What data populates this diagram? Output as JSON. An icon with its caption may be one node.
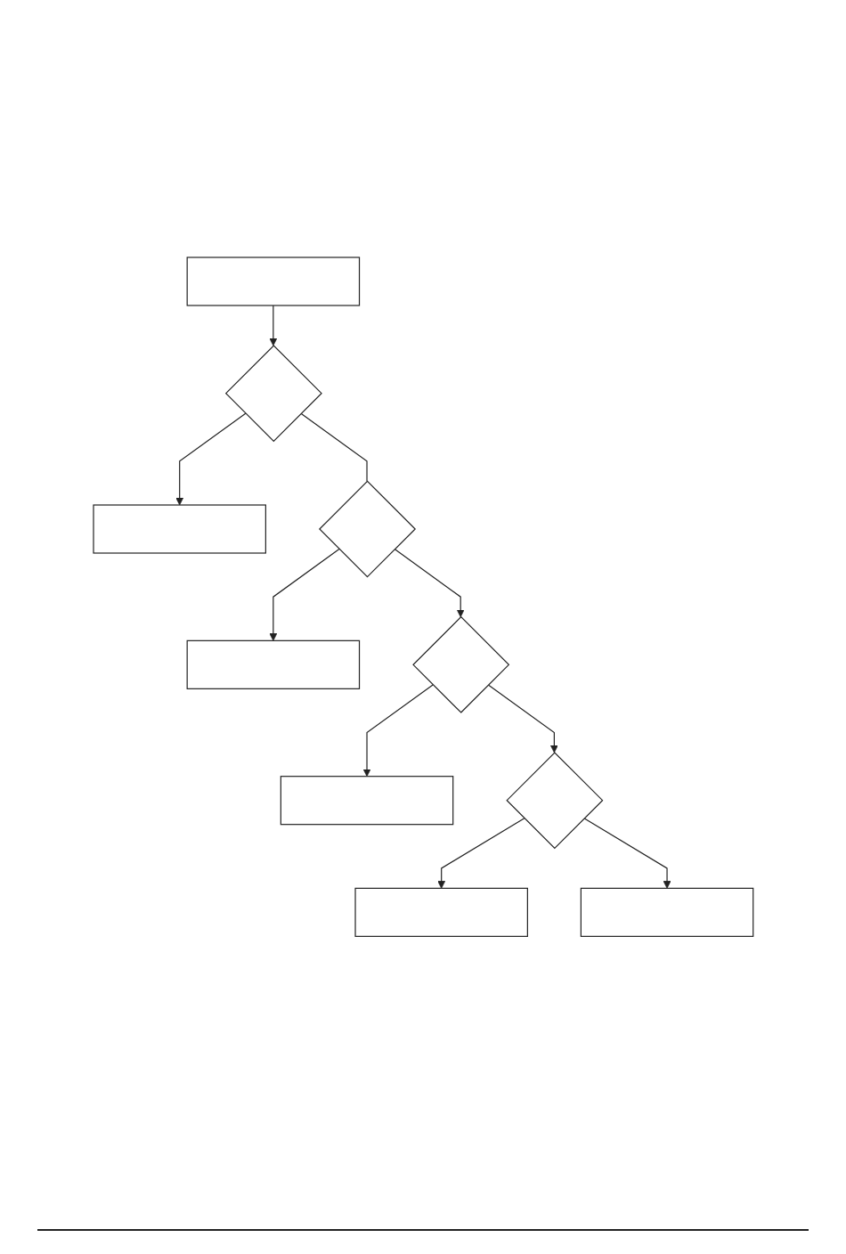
{
  "diagram": {
    "nodes": [
      {
        "text": [],
        "shape": "box"
      },
      {
        "text": [],
        "shape": "diamond"
      },
      {
        "text": [],
        "shape": "box"
      },
      {
        "text": [],
        "shape": "diamond"
      },
      {
        "text": [],
        "shape": "box"
      },
      {
        "text": [],
        "shape": "diamond"
      },
      {
        "text": [],
        "shape": "box"
      },
      {
        "text": [],
        "shape": "diamond"
      },
      {
        "text": [],
        "shape": "box"
      },
      {
        "text": [],
        "shape": "box"
      }
    ],
    "edges": [
      {
        "from": 0,
        "to": 1,
        "arrow": "to"
      },
      {
        "from": 1,
        "to": 2,
        "arrow": "to"
      },
      {
        "from": 1,
        "to": 3,
        "arrow": "none"
      },
      {
        "from": 3,
        "to": 4,
        "arrow": "to"
      },
      {
        "from": 3,
        "to": 5,
        "arrow": "to"
      },
      {
        "from": 5,
        "to": 6,
        "arrow": "to"
      },
      {
        "from": 5,
        "to": 7,
        "arrow": "to"
      },
      {
        "from": 7,
        "to": 8,
        "arrow": "to"
      },
      {
        "from": 7,
        "to": 9,
        "arrow": "to"
      }
    ]
  }
}
